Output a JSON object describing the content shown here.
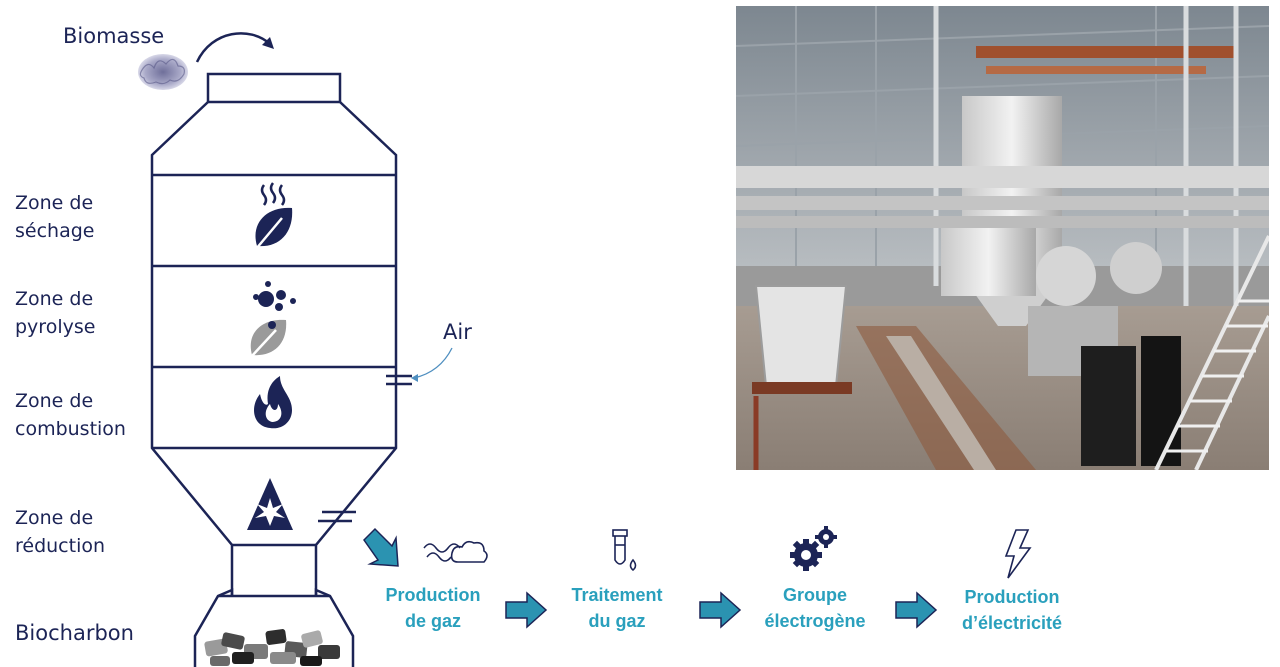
{
  "labels": {
    "biomasse": "Biomasse",
    "air": "Air",
    "biocharbon": "Biocharbon"
  },
  "zones": [
    {
      "line1": "Zone de",
      "line2": "séchage"
    },
    {
      "line1": "Zone de",
      "line2": "pyrolyse"
    },
    {
      "line1": "Zone de",
      "line2": "combustion"
    },
    {
      "line1": "Zone de",
      "line2": "réduction"
    }
  ],
  "steps": [
    {
      "line1": "Production",
      "line2": "de gaz",
      "icon": "gas-cloud-icon"
    },
    {
      "line1": "Traitement",
      "line2": "du gaz",
      "icon": "test-tube-icon"
    },
    {
      "line1": "Groupe",
      "line2": "électrogène",
      "icon": "gears-icon"
    },
    {
      "line1": "Production",
      "line2": "d’électricité",
      "icon": "lightning-icon"
    }
  ],
  "colors": {
    "navy": "#1c2456",
    "teal": "#2aa0bd",
    "arrow_teal": "#2b93b1",
    "arrow_navy": "#1c2456",
    "gray_leaf": "#9a9a9a"
  }
}
